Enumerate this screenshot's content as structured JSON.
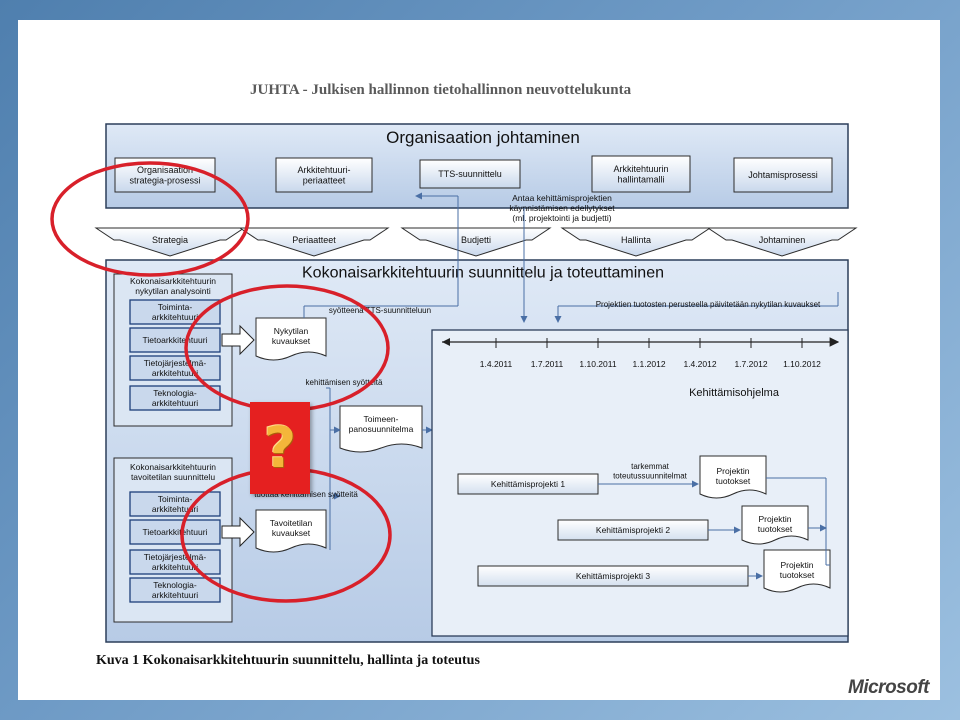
{
  "document": {
    "header": "JUHTA - Julkisen hallinnon tietohallinnon neuvottelukunta",
    "caption": "Kuva 1 Kokonaisarkkitehtuurin suunnittelu, hallinta ja toteutus",
    "logo_text": "Microsoft"
  },
  "org": {
    "title": "Organisaation johtaminen",
    "boxes": [
      [
        "Organisaation",
        "strategia-prosessi"
      ],
      [
        "Arkkitehtuuri-",
        "periaatteet"
      ],
      [
        "TTS-suunnittelu"
      ],
      [
        "Arkkitehtuurin",
        "hallintamalli"
      ],
      [
        "Johtamisprosessi"
      ]
    ],
    "note": [
      "Antaa kehittämisprojektien",
      "käynnistämisen edellytykset",
      "(ml. projektointi ja budjetti)"
    ]
  },
  "flow_arrows": [
    "Strategia",
    "Periaatteet",
    "Budjetti",
    "Hallinta",
    "Johtaminen"
  ],
  "main": {
    "title": "Kokonaisarkkitehtuurin suunnittelu ja toteuttaminen",
    "current_group": {
      "title": [
        "Kokonaisarkkitehtuurin",
        "nykytilan analysointi"
      ],
      "items": [
        [
          "Toiminta-",
          "arkkitehtuuri"
        ],
        [
          "Tietoarkkitehtuuri"
        ],
        [
          "Tietojärjestelmä-",
          "arkkitehtuuri"
        ],
        [
          "Teknologia-",
          "arkkitehtuuri"
        ]
      ]
    },
    "target_group": {
      "title": [
        "Kokonaisarkkitehtuurin",
        "tavoitetilan suunnittelu"
      ],
      "items": [
        [
          "Toiminta-",
          "arkkitehtuuri"
        ],
        [
          "Tietoarkkitehtuuri"
        ],
        [
          "Tietojärjestelmä-",
          "arkkitehtuuri"
        ],
        [
          "Teknologia-",
          "arkkitehtuuri"
        ]
      ]
    },
    "doc_current": [
      "Nykytilan",
      "kuvaukset"
    ],
    "doc_target": [
      "Tavoitetilan",
      "kuvaukset"
    ],
    "doc_plan": [
      "Toimeen-",
      "panosuunnitelma"
    ],
    "label_tts": "syötteenä TTS-suunnitteluun",
    "label_dev_input": "kehittämisen syötteitä",
    "label_produce": "tuottaa kehittämisen syötteitä",
    "label_update": "Projektien tuotosten perusteella päivitetään nykytilan kuvaukset"
  },
  "program": {
    "title": "Kehittämisohjelma",
    "dates": [
      "1.4.2011",
      "1.7.2011",
      "1.10.2011",
      "1.1.2012",
      "1.4.2012",
      "1.7.2012",
      "1.10.2012"
    ],
    "projects": [
      "Kehittämisprojekti 1",
      "Kehittämisprojekti 2",
      "Kehittämisprojekti 3"
    ],
    "outputs": [
      [
        "Projektin",
        "tuotokset"
      ],
      [
        "Projektin",
        "tuotokset"
      ],
      [
        "Projektin",
        "tuotokset"
      ]
    ],
    "plans_label": [
      "tarkemmat",
      "toteutussuunnitelmat"
    ]
  },
  "overlay": {
    "question_mark": "?",
    "highlight_color": "#d8202a",
    "box_color": "#e52020",
    "question_color": "#f4b63a"
  }
}
